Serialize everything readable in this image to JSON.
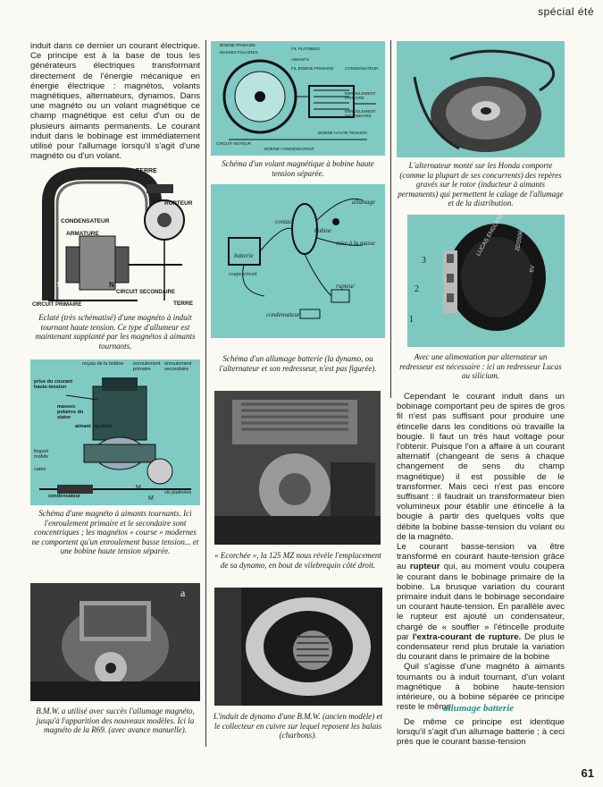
{
  "header": {
    "section": "spécial été"
  },
  "page_number": "61",
  "col1": {
    "intro": "induit dans ce dernier un courant électrique. Ce principe est à la base de tous les générateurs électriques transformant directement de l'énergie mécanique en énergie électrique : magnétos, volants magnétiques, alternateurs, dynamos. Dans une magnéto ou un volant magnétique ce champ magnétique est celui d'un ou de plusieurs aimants permanents. Le courant induit dans le bobinage est immédiatement utilisé pour l'allumage lorsqu'il s'agit d'une magnéto ou d'un volant.",
    "fig1_labels": {
      "terre_top": "TERRE",
      "rupteur": "RUPTEUR",
      "condensateur": "CONDENSATEUR",
      "armature": "ARMATURE",
      "s": "S",
      "n": "N",
      "circuit_secondaire": "CIRCUIT SECONDAIRE",
      "circuit_primaire": "CIRCUIT PRIMAIRE",
      "terre_bottom": "TERRE"
    },
    "fig1_caption": "Eclaté (très schématisé) d'une magnéto à induit tournant haute tension. Ce type d'allumeur est maintenant supplanté par les magnétos à aimants tournants.",
    "fig2_labels": {
      "noyau": "noyau de la bobine",
      "enroulement_primaire": "enroulement primaire",
      "enroulement_secondaire": "enroulement secondaire",
      "prise": "prise du courant haute-tension",
      "masses": "masses polaires du stator",
      "aimant": "aimant bipolaire",
      "linguet": "linguet mobile",
      "came": "came",
      "vis": "vis platinées",
      "condensateur": "condensateur",
      "m1": "M",
      "m2": "M"
    },
    "fig2_caption": "Schéma d'une magnéto à aimants tournants. Ici l'enroulement primaire et le secondaire sont concentriques ; les magnétos « course » modernes ne comportent qu'un enroulement basse tension... et une bobine haute tension séparée.",
    "fig3_label": "a",
    "fig3_caption": "B.M.W. a utilisé avec succès l'allumage magnéto, jusqu'à l'apparition des nouveaux modèles. Ici la magnéto de la R69. (avec avance manuelle)."
  },
  "col2": {
    "fig4_labels": {
      "bobine_primaire": "BOBINE PRIMAIRE",
      "masses_polaires": "MASSES POLAIRES",
      "fil_platinees": "FIL PLATINEES",
      "aimants": "AIMANTS",
      "fil_bobine_primaire": "FIL BOBINE PRIMAIRE",
      "condensateur": "CONDENSATEUR",
      "enroulement_primaire": "ENROULEMENT PRIMAIRE",
      "enroulement_secondaire": "ENROULEMENT SECONDAIRE",
      "circuit_moteur": "CIRCUIT MOTEUR",
      "bobine_haute_tension": "BOBINE HAUTE TENSION",
      "bobine_condensateur": "BOBINE CONDENSATEUR"
    },
    "fig4_caption": "Schéma d'un volant magnétique à bobine haute tension séparée.",
    "fig5_labels": {
      "allumage": "allumage",
      "contact": "contact",
      "bobine": "bobine",
      "mise_masse": "mise à la masse",
      "batterie": "batterie",
      "coupe_circuit": "coupe-circuit",
      "rupteur": "rupteur",
      "condensateur": "condensateur"
    },
    "fig5_caption": "Schéma d'un allumage batterie (la dynamo, ou l'alternateur et son redresseur, n'est pas figurée).",
    "fig6_caption": "« Ecorchée », la 125 MZ nous révèle l'emplacement de sa dynamo, en bout de vilebrequin côté droit.",
    "fig7_caption": "L'induit de dynamo d'une B.M.W. (ancien modèle) et le collecteur en cuivre sur lequel reposent les balais (charbons)."
  },
  "col3": {
    "fig8_caption": "L'alternateur monté sur les Honda comporte (comme la plupart de ses concurrents) des repères gravés sur le rotor (inducteur à aimants permanents) qui permettent le calage de l'allumage et de la distribution.",
    "fig9_labels": {
      "n1": "1",
      "n2": "2",
      "n3": "3",
      "ring": "LUCAS ENGLAND",
      "code1": "2DS506",
      "code2": "6V"
    },
    "fig9_caption": "Avec une alimentation par alternateur un redresseur est nécessaire : ici un redresseur Lucas au silicium.",
    "p1": "Cependant le courant induit dans un bobinage comportant peu de spires de gros fil n'est pas suffisant pour produire une étincelle dans les conditions où travaille la bougie. Il faut un très haut voltage pour l'obtenir. Puisque l'on a affaire à un courant alternatif (changeant de sens à chaque changement de sens du champ magnétique) il est possible de le transformer. Mais ceci n'est pas encore suffisant : il faudrait un transformateur bien volumineux pour établir une étincelle à la bougie à partir des quelques volts que débite la bobine basse-tension du volant ou de la magnéto.",
    "p2a": "Le courant basse-tension va être transformé en courant haute-tension grâce au ",
    "p2b": "rupteur",
    "p2c": " qui, au moment voulu coupera le courant dans le bobinage primaire de la bobine. La brusque variation du courant primaire induit dans le bobinage secondaire un courant haute-tension. En parallèle avec le rupteur est ajouté un condensateur, chargé de « souffler » l'étincelle produite par ",
    "p2d": "l'extra-courant de rupture.",
    "p2e": " De plus le condensateur rend plus brutale la variation du courant dans le primaire de la bobine",
    "p3": "Quil s'agisse d'une magnéto à aimants tournants ou à induit tournant, d'un volant magnétique à bobine haute-tension intérieure, ou à bobine séparée ce principe reste le même.",
    "section_title": "allumage batterie",
    "p4": "De même ce principe est identique lorsqu'il s'agit d'un allumage batterie ; à ceci près que le courant basse-tension"
  }
}
